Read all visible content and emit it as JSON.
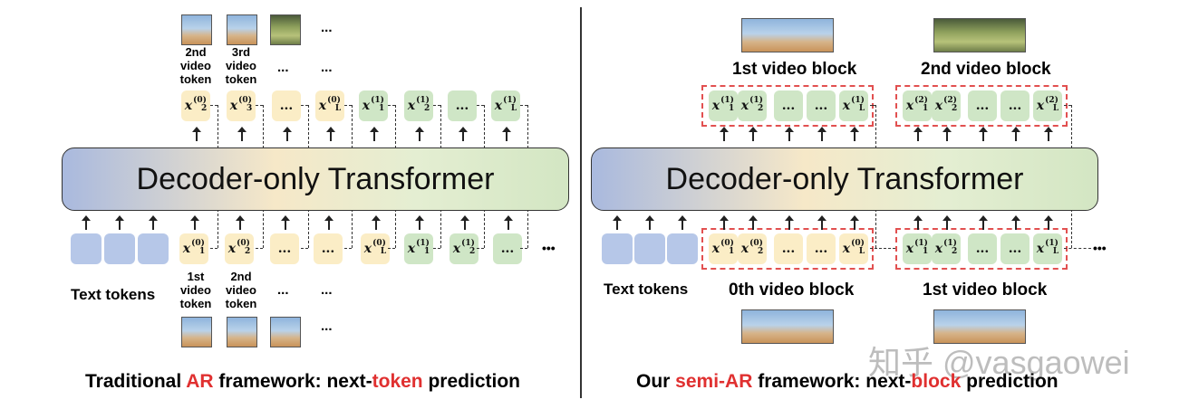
{
  "transformer_label": "Decoder-only Transformer",
  "text_tokens_label": "Text tokens",
  "ellipsis": "...",
  "trailing_dots": "•••",
  "left": {
    "caption_pre": "Traditional ",
    "caption_hl1": "AR",
    "caption_mid": " framework: next-",
    "caption_hl2": "token",
    "caption_post": " prediction",
    "top_labels": [
      "2nd video token",
      "3rd video token"
    ],
    "bottom_labels": [
      "1st video token",
      "2nd video token"
    ],
    "top_tokens": [
      {
        "base": "x",
        "sub": "2",
        "sup": "(0)",
        "color": "yellow"
      },
      {
        "base": "x",
        "sub": "3",
        "sup": "(0)",
        "color": "yellow"
      },
      {
        "base": "...",
        "sub": "",
        "sup": "",
        "color": "yellow"
      },
      {
        "base": "x",
        "sub": "L",
        "sup": "(0)",
        "color": "yellow"
      },
      {
        "base": "x",
        "sub": "1",
        "sup": "(1)",
        "color": "green"
      },
      {
        "base": "x",
        "sub": "2",
        "sup": "(1)",
        "color": "green"
      },
      {
        "base": "...",
        "sub": "",
        "sup": "",
        "color": "green"
      },
      {
        "base": "x",
        "sub": "L",
        "sup": "(1)",
        "color": "green"
      }
    ],
    "bottom_tokens": [
      {
        "base": "x",
        "sub": "1",
        "sup": "(0)",
        "color": "yellow"
      },
      {
        "base": "x",
        "sub": "2",
        "sup": "(0)",
        "color": "yellow"
      },
      {
        "base": "...",
        "sub": "",
        "sup": "",
        "color": "yellow"
      },
      {
        "base": "...",
        "sub": "",
        "sup": "",
        "color": "yellow"
      },
      {
        "base": "x",
        "sub": "L",
        "sup": "(0)",
        "color": "yellow"
      },
      {
        "base": "x",
        "sub": "1",
        "sup": "(1)",
        "color": "green"
      },
      {
        "base": "x",
        "sub": "2",
        "sup": "(1)",
        "color": "green"
      },
      {
        "base": "...",
        "sub": "",
        "sup": "",
        "color": "green"
      }
    ]
  },
  "right": {
    "caption_pre": "Our ",
    "caption_hl1": "semi-AR",
    "caption_mid": " framework: next-",
    "caption_hl2": "block",
    "caption_post": " prediction",
    "top_block_titles": [
      "1st video block",
      "2nd video block"
    ],
    "bottom_block_titles": [
      "0th video block",
      "1st video block"
    ],
    "top_block_a": [
      {
        "base": "x",
        "sub": "1",
        "sup": "(1)"
      },
      {
        "base": "x",
        "sub": "2",
        "sup": "(1)"
      },
      {
        "base": "...",
        "sub": "",
        "sup": ""
      },
      {
        "base": "...",
        "sub": "",
        "sup": ""
      },
      {
        "base": "x",
        "sub": "L",
        "sup": "(1)"
      }
    ],
    "top_block_b": [
      {
        "base": "x",
        "sub": "1",
        "sup": "(2)"
      },
      {
        "base": "x",
        "sub": "2",
        "sup": "(2)"
      },
      {
        "base": "...",
        "sub": "",
        "sup": ""
      },
      {
        "base": "...",
        "sub": "",
        "sup": ""
      },
      {
        "base": "x",
        "sub": "L",
        "sup": "(2)"
      }
    ],
    "bottom_block_a": [
      {
        "base": "x",
        "sub": "1",
        "sup": "(0)"
      },
      {
        "base": "x",
        "sub": "2",
        "sup": "(0)"
      },
      {
        "base": "...",
        "sub": "",
        "sup": ""
      },
      {
        "base": "...",
        "sub": "",
        "sup": ""
      },
      {
        "base": "x",
        "sub": "L",
        "sup": "(0)"
      }
    ],
    "bottom_block_b": [
      {
        "base": "x",
        "sub": "1",
        "sup": "(1)"
      },
      {
        "base": "x",
        "sub": "2",
        "sup": "(1)"
      },
      {
        "base": "...",
        "sub": "",
        "sup": ""
      },
      {
        "base": "...",
        "sub": "",
        "sup": ""
      },
      {
        "base": "x",
        "sub": "L",
        "sup": "(1)"
      }
    ]
  },
  "watermark": "知乎 @vasgaowei"
}
